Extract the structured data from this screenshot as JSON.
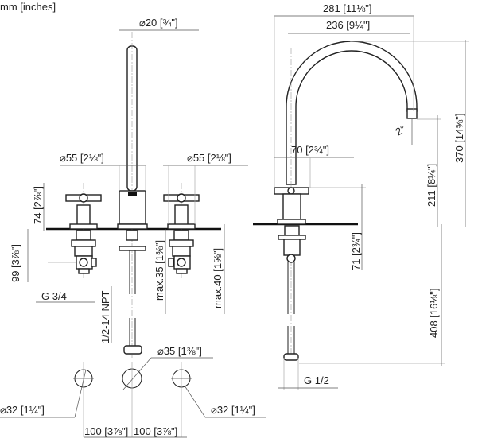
{
  "units_label": "mm [inches]",
  "front_view": {
    "spout_diameter": "⌀20 [¾\"]",
    "handle_diameter_left": "⌀55 [2⅛\"]",
    "handle_diameter_right": "⌀55 [2⅛\"]",
    "handle_height": "74 [2⅞\"]",
    "valve_depth": "99 [3⅞\"]",
    "valve_thread": "G 3/4",
    "spout_thread": "1/2-14 NPT",
    "max_deck_spout": "max.35 [1⅜\"]",
    "max_deck_valve": "max.40 [1⅝\"]"
  },
  "plan_view": {
    "hole_spout": "⌀35 [1⅜\"]",
    "hole_left": "⌀32 [1¼\"]",
    "hole_right": "⌀32 [1¼\"]",
    "spacing_left": "100 [3⅞\"]",
    "spacing_right": "100 [3⅞\"]"
  },
  "side_view": {
    "overall_reach": "281 [11⅛\"]",
    "spout_reach": "236 [9¼\"]",
    "total_height": "370 [14⅝\"]",
    "outlet_height": "211 [8¼\"]",
    "handle_reach": "70 [2¾\"]",
    "angle": "2°",
    "below_deck_valve": "71 [2¾\"]",
    "below_deck_total": "408 [16⅛\"]",
    "thread": "G 1/2"
  }
}
